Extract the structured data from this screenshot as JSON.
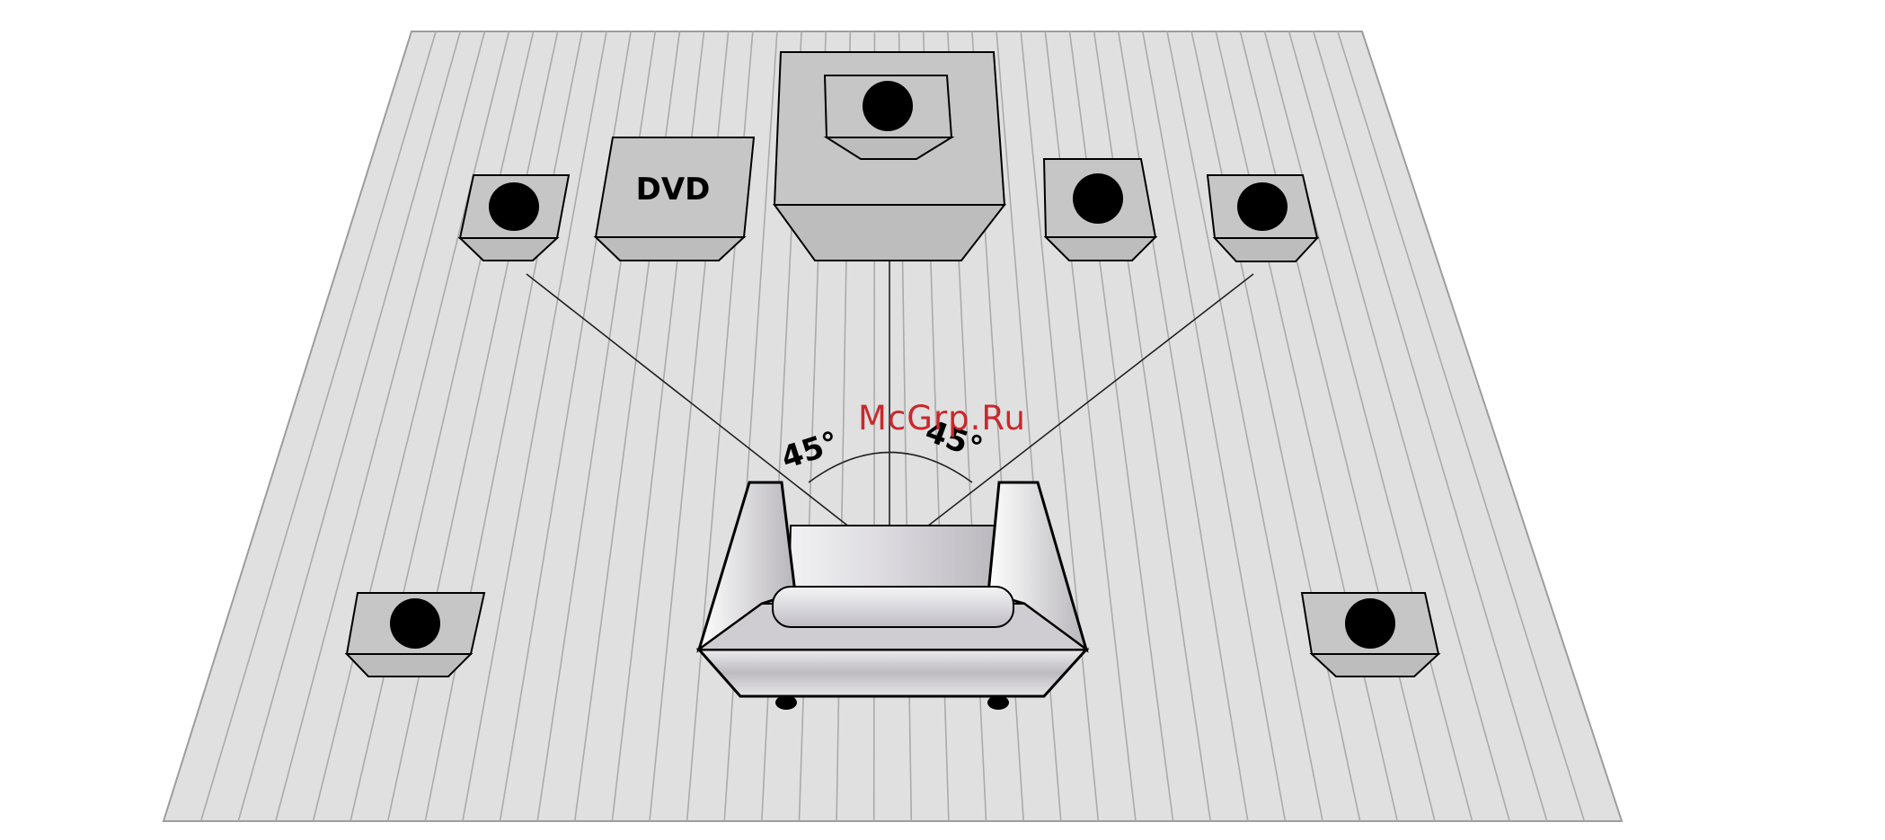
{
  "labels": {
    "dvd": "DVD",
    "angle_left": "45°",
    "angle_right": "45°"
  },
  "watermark": "McGrp.Ru",
  "colors": {
    "floor": "#dfe0df",
    "floor_lines": "#a9aaa9",
    "speaker_face": "#c6c6c6",
    "speaker_bottom": "#bdbdbd",
    "driver": "#000000",
    "watermark": "#c9282d"
  }
}
